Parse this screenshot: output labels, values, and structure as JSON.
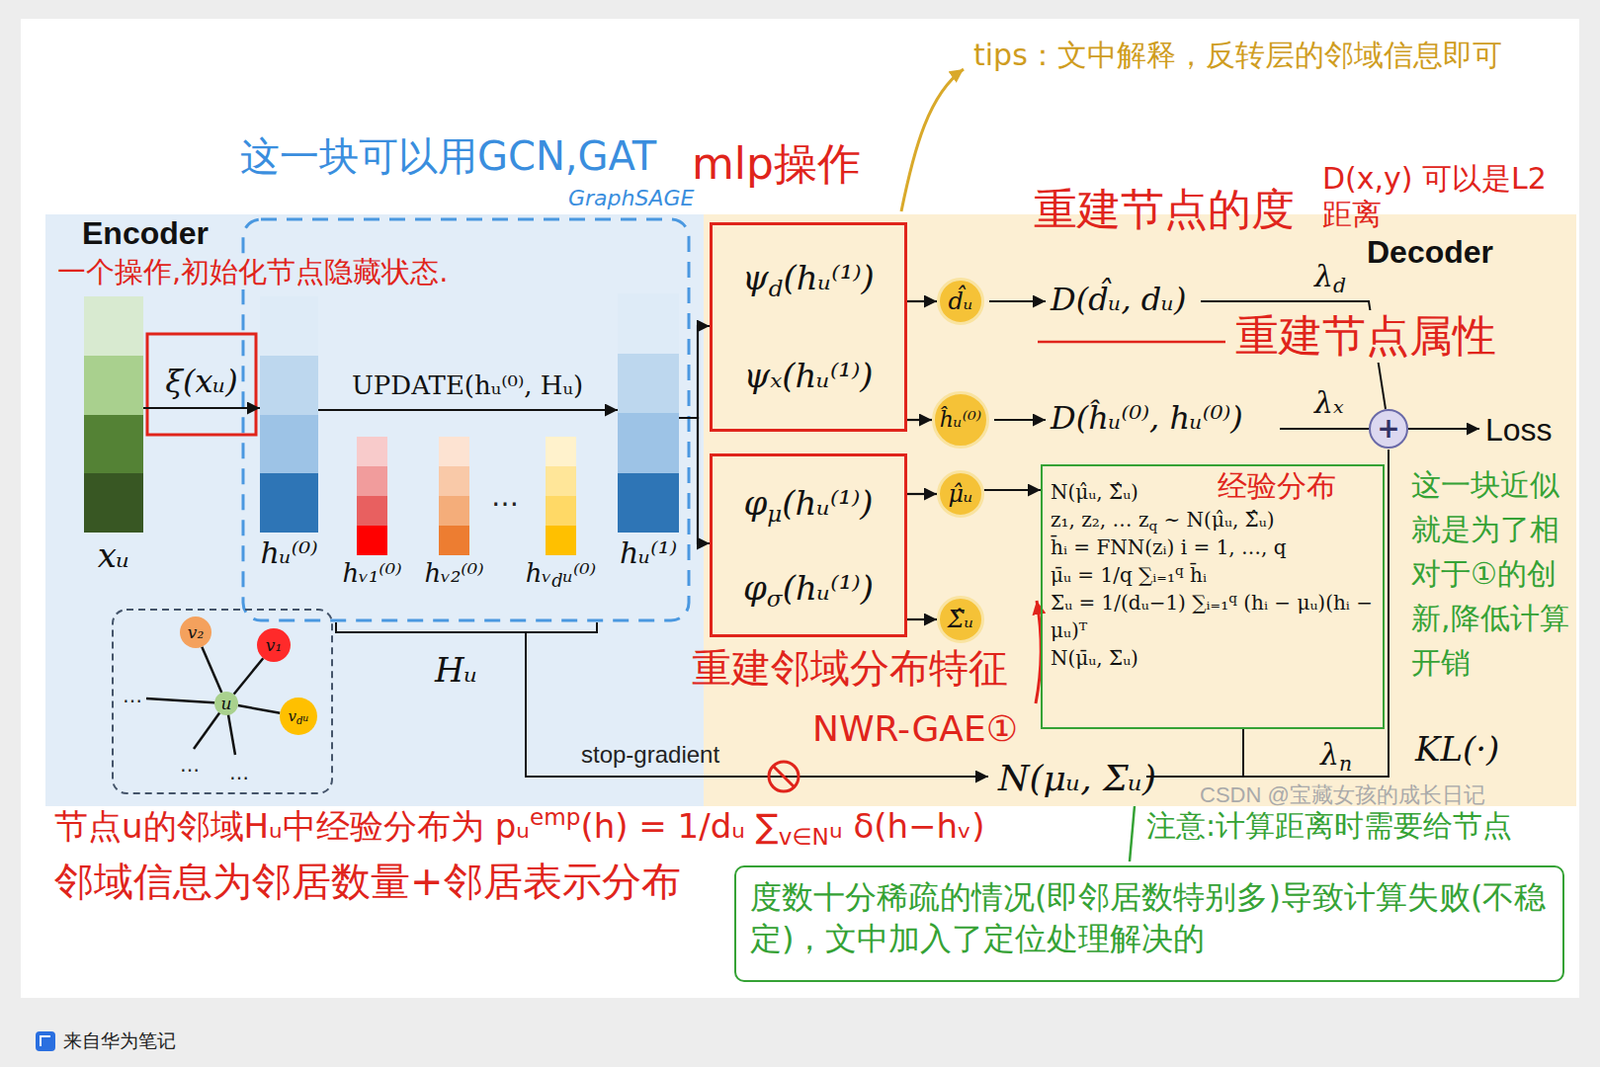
{
  "diagram": {
    "nodes": [
      {
        "text": [
          "Encoder"
        ]
      },
      {
        "text": [
          "xᵤ"
        ],
        "in": 0
      },
      {
        "text": [
          "hᵤ⁽⁰⁾"
        ],
        "in": 0
      },
      {
        "text": [
          "hᵥ₁⁽⁰⁾"
        ],
        "in": 0
      },
      {
        "text": [
          "hᵥ₂⁽⁰⁾"
        ],
        "in": 0
      },
      {
        "text": [
          "hᵥdᵤ⁽⁰⁾"
        ],
        "in": 0
      },
      {
        "text": [
          "hᵤ⁽¹⁾"
        ],
        "in": 0
      },
      {
        "text": [
          "v₂"
        ],
        "in": 0
      },
      {
        "text": [
          "v₁"
        ],
        "in": 0
      },
      {
        "text": [
          "u"
        ],
        "in": 0
      },
      {
        "text": [
          "vdᵤ"
        ],
        "in": 0
      },
      {
        "text": [
          "Decoder"
        ]
      },
      {
        "text": [
          "ψd(hᵤ⁽¹⁾)",
          "ψₓ(hᵤ⁽¹⁾)"
        ],
        "in": 11
      },
      {
        "text": [
          "d̂ᵤ"
        ],
        "in": 11
      },
      {
        "text": [
          "ĥᵤ⁽⁰⁾"
        ],
        "in": 11
      },
      {
        "text": [
          "φμ(hᵤ⁽¹⁾)",
          "φσ(hᵤ⁽¹⁾)"
        ],
        "in": 11
      },
      {
        "text": [
          "μ̂ᵤ"
        ],
        "in": 11
      },
      {
        "text": [
          "Σ̂ᵤ"
        ],
        "in": 11
      },
      {
        "text": [
          "N(μ̂ᵤ, Σ̂ᵤ)",
          "z₁, z₂, … zq ~ N(μ̂ᵤ, Σ̂ᵤ)",
          "h̄ᵢ = FNN(zᵢ) i = 1, …, q",
          "μ̄ᵤ = 1/q ∑ᵢ₌₁q h̄ᵢ",
          "Σᵤ = 1/(dᵤ−1) ∑ᵢ₌₁q (hᵢ − μᵤ)(hᵢ − μᵤ)ᵀ",
          "N(μ̄ᵤ, Σ̄ᵤ)"
        ],
        "in": 11
      },
      {
        "text": [
          "+"
        ],
        "in": 11
      },
      {
        "text": [
          "度数十分稀疏的情况(即邻居数特别多)导致计算失败(不稳定)，文中加入了定位处理解决的"
        ]
      }
    ],
    "edges": [
      {
        "from": 1,
        "to": 2,
        "arrow": "to",
        "label": "ξ(xᵤ)"
      },
      {
        "from": 2,
        "to": 6,
        "arrow": "to",
        "label": "UPDATE(hᵤ⁽⁰⁾, Hᵤ)"
      },
      {
        "from": 9,
        "to": 8,
        "arrow": "none"
      },
      {
        "from": 9,
        "to": 7,
        "arrow": "none"
      },
      {
        "from": 9,
        "to": 10,
        "arrow": "none"
      },
      {
        "from": 6,
        "to": 12,
        "arrow": "to"
      },
      {
        "from": 6,
        "to": 15,
        "arrow": "to"
      },
      {
        "from": 12,
        "to": 13,
        "arrow": "to"
      },
      {
        "from": 12,
        "to": 14,
        "arrow": "to"
      },
      {
        "from": 15,
        "to": 16,
        "arrow": "to"
      },
      {
        "from": 15,
        "to": 17,
        "arrow": "to"
      },
      {
        "from": 16,
        "to": 18,
        "arrow": "to"
      }
    ],
    "labels": [
      "这一块可以用GCN,GAT",
      "GraphSAGE",
      "一个操作,初始化节点隐藏状态.",
      "…",
      "…",
      "…",
      "…",
      "Hᵤ",
      "stop-gradient",
      "mlp操作",
      "tips：文中解释，反转层的邻域信息即可",
      "重建节点的度",
      "D(x,y) 可以是L2距离",
      "D(d̂ᵤ, dᵤ)",
      "λd",
      "重建节点属性",
      "D(ĥᵤ⁽⁰⁾, hᵤ⁽⁰⁾)",
      "λₓ",
      "Loss",
      "经验分布",
      "这一块近似就是为了相对于①的创新,降低计算开销",
      "重建邻域分布特征",
      "NWR-GAE①",
      "N(μᵤ, Σᵤ)",
      "λn",
      "KL(·)",
      "CSDN @宝藏女孩的成长日记",
      "节点u的邻域Hᵤ中经验分布为 pᵤemp(h) = 1/dᵤ ∑v∈Nᵤ δ(h−hᵥ)",
      "邻域信息为邻居数量+邻居表示分布",
      "注意:计算距离时需要给节点",
      "来自华为笔记"
    ]
  }
}
